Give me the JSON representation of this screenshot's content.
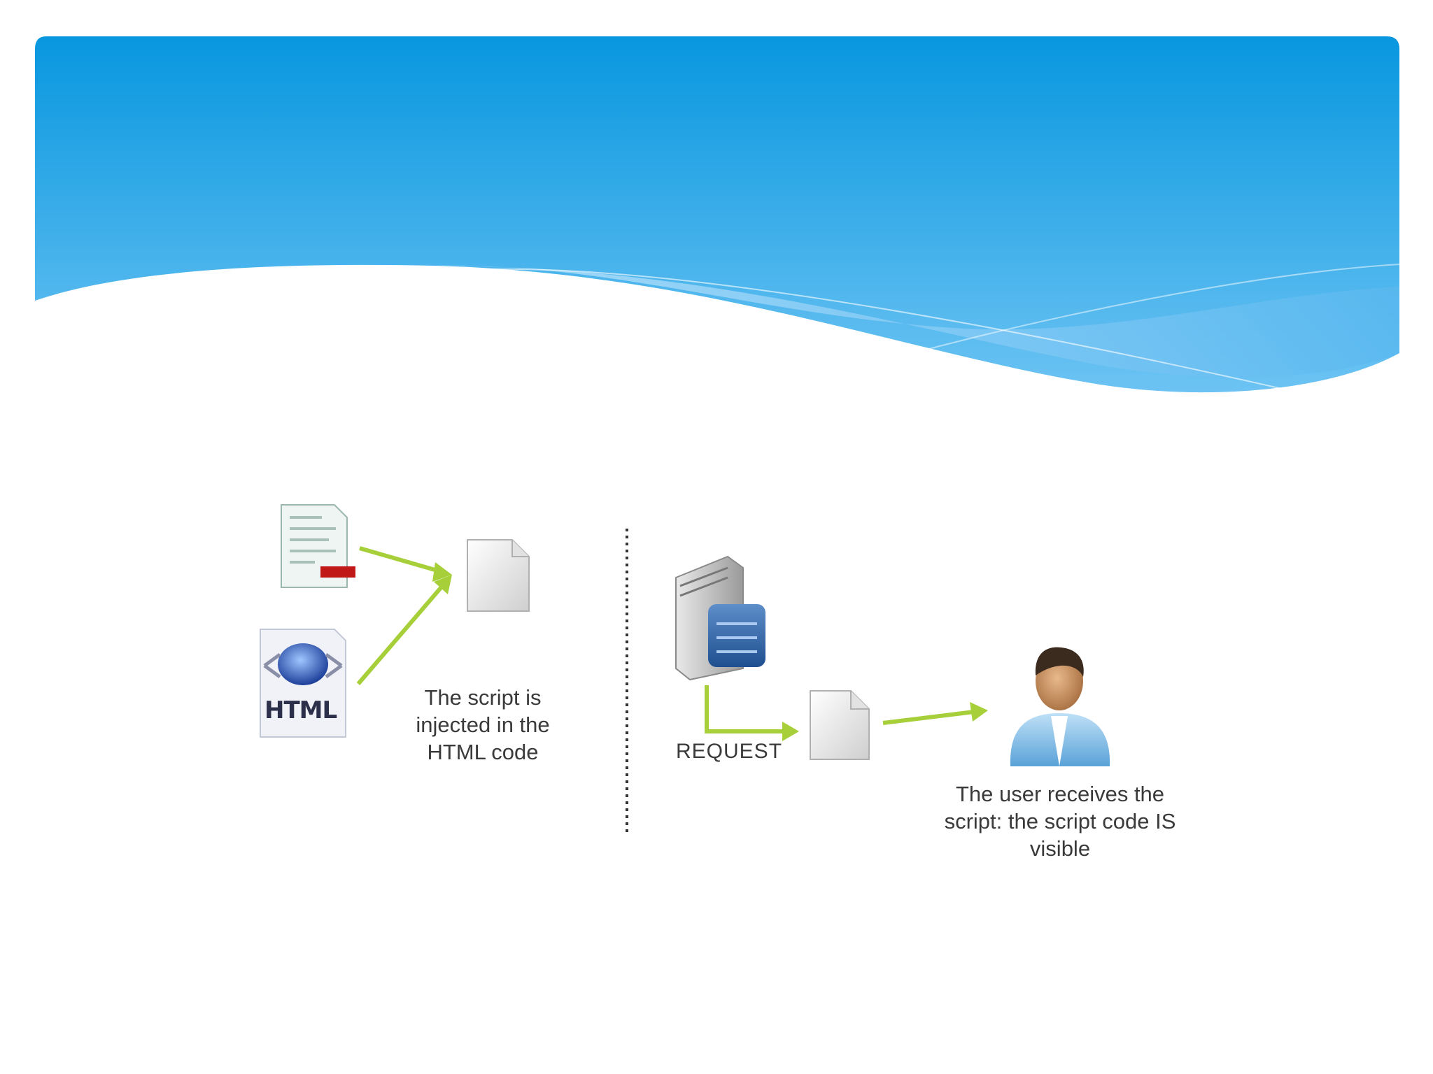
{
  "header": {
    "colors": {
      "top": "#0897df",
      "bottom": "#6cc3f3",
      "wave_light": "#9fd6f7"
    }
  },
  "diagram": {
    "left_panel": {
      "script_doc_icon": "script-document-icon",
      "html_icon": "html-globe-icon",
      "html_label": "HTML",
      "result_doc_icon": "blank-document-icon",
      "caption": "The script is\ninjected in the\nHTML code"
    },
    "right_panel": {
      "server_icon": "server-icon",
      "request_label": "REQUEST",
      "doc_icon": "blank-document-icon",
      "user_icon": "user-icon",
      "caption": "The user receives the\nscript: the script code IS\nvisible"
    },
    "arrow_color": "#a6cf3a",
    "divider": "dotted-divider"
  }
}
